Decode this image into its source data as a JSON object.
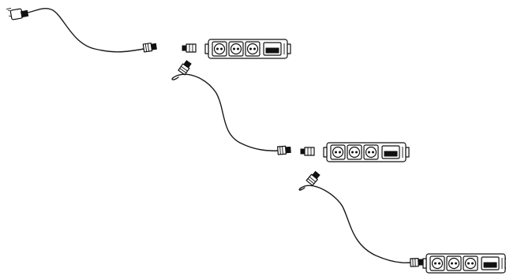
{
  "diagram": {
    "description_visible_text": [],
    "colors": {
      "ink": "#111111",
      "background": "#ffffff"
    },
    "power_strips": [
      {
        "sockets": 3,
        "switch_icon": "switch-icon"
      },
      {
        "sockets": 3,
        "switch_icon": "switch-icon"
      },
      {
        "sockets": 3,
        "switch_icon": "switch-icon"
      }
    ],
    "cables": [
      {
        "start_plug": "mains-plug-icon",
        "end_connector": "cable-connector-icon"
      },
      {
        "start_plug": "cable-connector-icon",
        "end_connector": "cable-connector-icon"
      },
      {
        "start_plug": "cable-connector-icon",
        "end_connector": "cable-connector-icon"
      }
    ]
  }
}
